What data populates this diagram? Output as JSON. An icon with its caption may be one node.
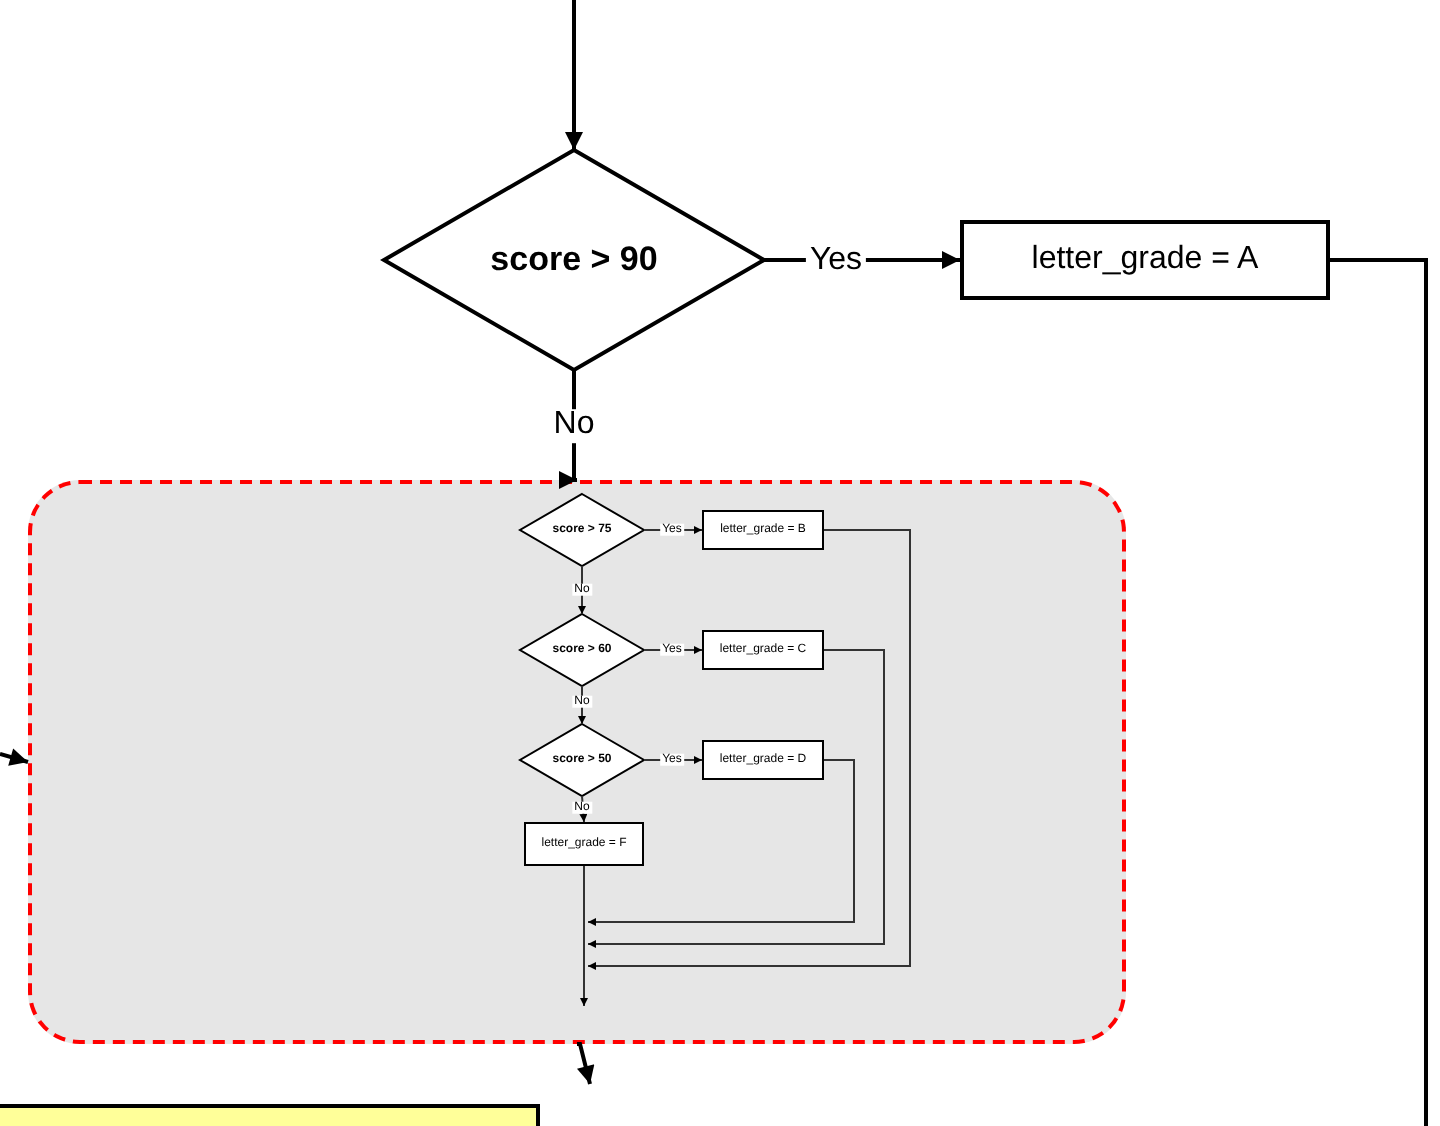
{
  "diagram": {
    "nodes": [
      {
        "text": [
          "score > 90"
        ]
      },
      {
        "text": [
          "letter_grade = A"
        ]
      },
      {
        "text": [],
        "shape": "box"
      },
      {
        "text": [
          "score > 75"
        ],
        "in": 2
      },
      {
        "text": [
          "letter_grade = B"
        ],
        "in": 2
      },
      {
        "text": [
          "score > 60"
        ],
        "in": 2
      },
      {
        "text": [
          "letter_grade = C"
        ],
        "in": 2
      },
      {
        "text": [
          "score > 50"
        ],
        "in": 2
      },
      {
        "text": [
          "letter_grade = D"
        ],
        "in": 2
      },
      {
        "text": [
          "letter_grade = F"
        ],
        "in": 2
      },
      {
        "text": [],
        "shape": "box"
      }
    ],
    "edges": [
      {
        "from": null,
        "to": 0,
        "arrow": "to"
      },
      {
        "from": 0,
        "to": 1,
        "arrow": "to",
        "label": "Yes"
      },
      {
        "from": 0,
        "to": 2,
        "arrow": "to",
        "label": "No"
      },
      {
        "from": 1,
        "to": null,
        "arrow": "none"
      },
      {
        "from": null,
        "to": 2,
        "arrow": "to"
      },
      {
        "from": 2,
        "to": null,
        "arrow": "to"
      },
      {
        "from": 3,
        "to": 4,
        "arrow": "to",
        "label": "Yes"
      },
      {
        "from": 3,
        "to": 5,
        "arrow": "to",
        "label": "No"
      },
      {
        "from": 5,
        "to": 6,
        "arrow": "to",
        "label": "Yes"
      },
      {
        "from": 5,
        "to": 7,
        "arrow": "to",
        "label": "No"
      },
      {
        "from": 7,
        "to": 8,
        "arrow": "to",
        "label": "Yes"
      },
      {
        "from": 7,
        "to": 9,
        "arrow": "to",
        "label": "No"
      },
      {
        "from": 8,
        "to": null,
        "arrow": "to"
      },
      {
        "from": 6,
        "to": null,
        "arrow": "to"
      },
      {
        "from": 4,
        "to": null,
        "arrow": "to"
      },
      {
        "from": 9,
        "to": null,
        "arrow": "to"
      }
    ]
  }
}
